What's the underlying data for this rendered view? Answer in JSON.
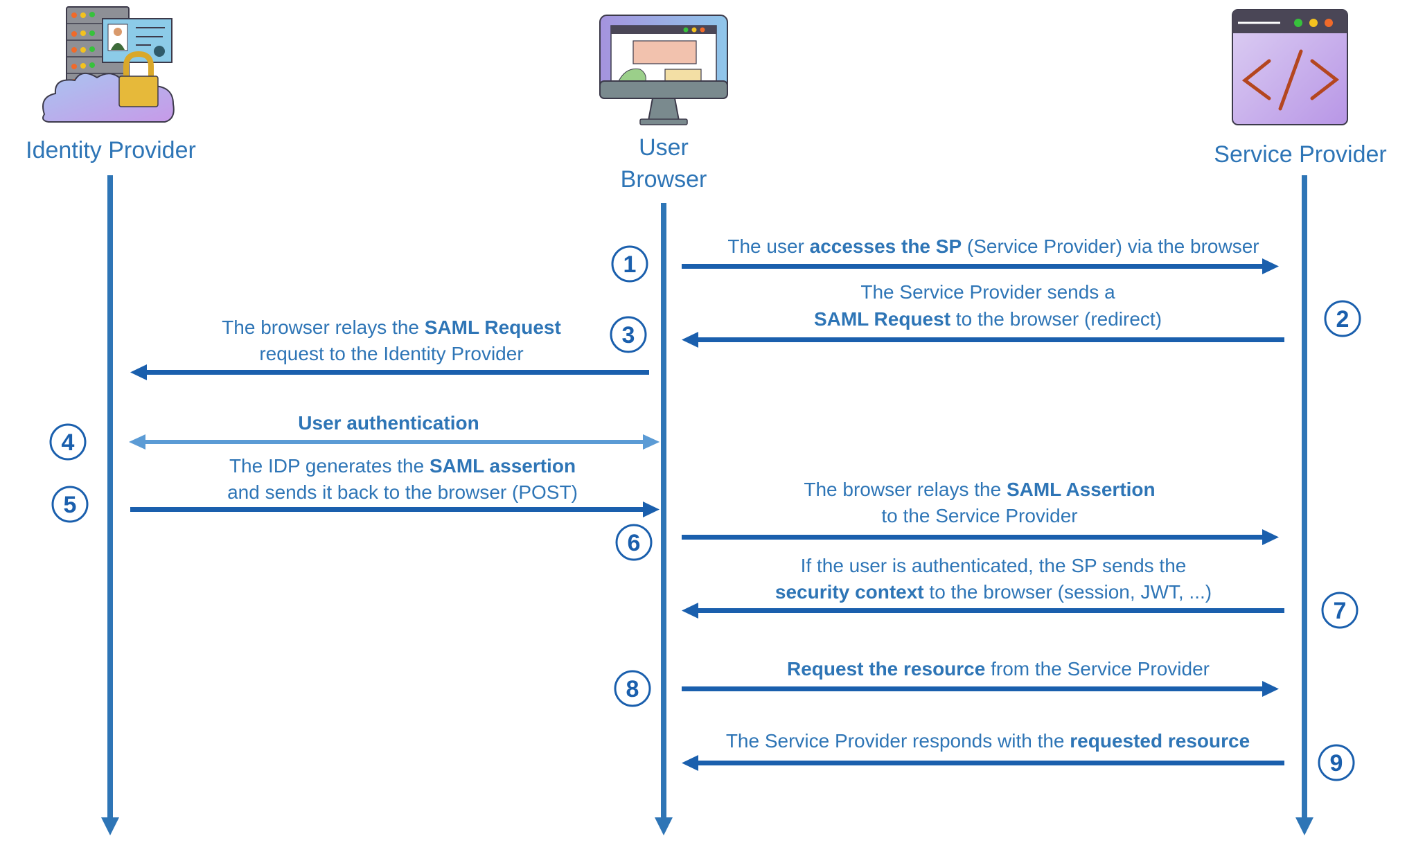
{
  "diagram": {
    "type": "sequence",
    "title": "SAML authentication flow",
    "colors": {
      "lifeline": "#2e75b6",
      "message": "#1a5fad",
      "auth_message": "#5b9bd5",
      "text": "#2e75b6",
      "step_circle": "#1a5fad"
    },
    "actors": [
      {
        "id": "idp",
        "label": "Identity Provider",
        "icon": "identity-provider-icon"
      },
      {
        "id": "browser",
        "label_lines": [
          "User",
          "Browser"
        ],
        "icon": "computer-monitor-icon"
      },
      {
        "id": "sp",
        "label": "Service Provider",
        "icon": "code-window-icon"
      }
    ],
    "messages": [
      {
        "step": "1",
        "from": "browser",
        "to": "sp",
        "lines": [
          [
            {
              "t": "The user ",
              "b": false
            },
            {
              "t": "accesses the SP",
              "b": true
            },
            {
              "t": " (Service Provider) via the browser",
              "b": false
            }
          ]
        ]
      },
      {
        "step": "2",
        "from": "sp",
        "to": "browser",
        "lines": [
          [
            {
              "t": "The Service Provider sends a",
              "b": false
            }
          ],
          [
            {
              "t": "SAML Request",
              "b": true
            },
            {
              "t": " to the browser (redirect)",
              "b": false
            }
          ]
        ]
      },
      {
        "step": "3",
        "from": "browser",
        "to": "idp",
        "lines": [
          [
            {
              "t": "The browser relays the ",
              "b": false
            },
            {
              "t": "SAML Request",
              "b": true
            }
          ],
          [
            {
              "t": "request to the Identity Provider",
              "b": false
            }
          ]
        ]
      },
      {
        "step": "4",
        "from": "idp",
        "to": "browser",
        "bidirectional": true,
        "lines": [
          [
            {
              "t": "User authentication",
              "b": true
            }
          ]
        ]
      },
      {
        "step": "5",
        "from": "idp",
        "to": "browser",
        "lines": [
          [
            {
              "t": "The IDP generates the ",
              "b": false
            },
            {
              "t": "SAML assertion",
              "b": true
            }
          ],
          [
            {
              "t": "and sends it back to the browser (POST)",
              "b": false
            }
          ]
        ]
      },
      {
        "step": "6",
        "from": "browser",
        "to": "sp",
        "lines": [
          [
            {
              "t": "The browser relays the ",
              "b": false
            },
            {
              "t": "SAML Assertion",
              "b": true
            }
          ],
          [
            {
              "t": "to the Service Provider",
              "b": false
            }
          ]
        ]
      },
      {
        "step": "7",
        "from": "sp",
        "to": "browser",
        "lines": [
          [
            {
              "t": "If the user is authenticated, the SP sends the",
              "b": false
            }
          ],
          [
            {
              "t": "security context",
              "b": true
            },
            {
              "t": " to the browser (session, JWT, ...)",
              "b": false
            }
          ]
        ]
      },
      {
        "step": "8",
        "from": "browser",
        "to": "sp",
        "lines": [
          [
            {
              "t": "Request the resource",
              "b": true
            },
            {
              "t": " from the Service Provider",
              "b": false
            }
          ]
        ]
      },
      {
        "step": "9",
        "from": "sp",
        "to": "browser",
        "lines": [
          [
            {
              "t": "The Service Provider responds with the ",
              "b": false
            },
            {
              "t": "requested resource",
              "b": true
            }
          ]
        ]
      }
    ]
  }
}
